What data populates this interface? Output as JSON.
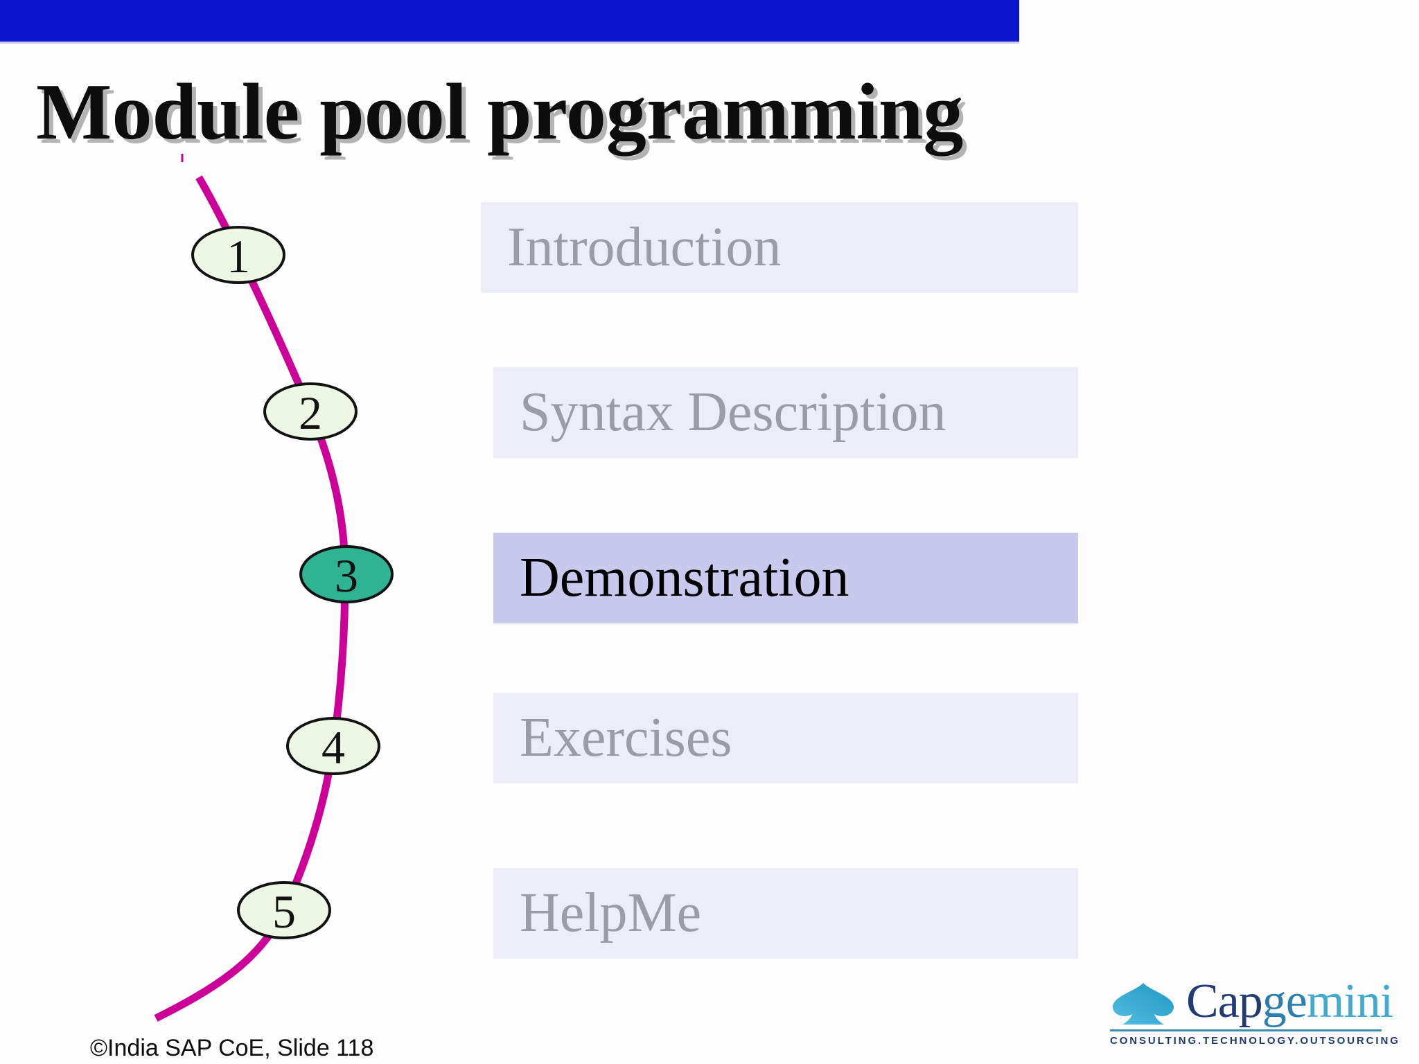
{
  "slide": {
    "title": "Module pool programming",
    "footer_text": "©India SAP CoE, Slide 118"
  },
  "agenda": {
    "steps": [
      {
        "number": "1",
        "active": false
      },
      {
        "number": "2",
        "active": false
      },
      {
        "number": "3",
        "active": true
      },
      {
        "number": "4",
        "active": false
      },
      {
        "number": "5",
        "active": false
      }
    ],
    "menu_items": [
      {
        "label": "Introduction",
        "active": false
      },
      {
        "label": "Syntax Description",
        "active": false
      },
      {
        "label": "Demonstration",
        "active": true
      },
      {
        "label": "Exercises",
        "active": false
      },
      {
        "label": "HelpMe",
        "active": false
      }
    ]
  },
  "logo": {
    "brand_part_cap": "Cap",
    "brand_part_ge": "ge",
    "brand_part_mini": "mini",
    "tagline": "CONSULTING.TECHNOLOGY.OUTSOURCING"
  },
  "colors": {
    "top_bar": "#0b15cc",
    "curve": "#cc0099",
    "step_fill": "#eef6e5",
    "step_active_fill": "#2fb392",
    "menu_bg": "#ededf8",
    "menu_active_bg": "#c9c9ee",
    "menu_text": "#9c9ca6",
    "menu_active_text": "#000000",
    "title_shadow": "#b3b3b3",
    "logo_navy": "#233a72",
    "logo_blue": "#42a9d0"
  }
}
